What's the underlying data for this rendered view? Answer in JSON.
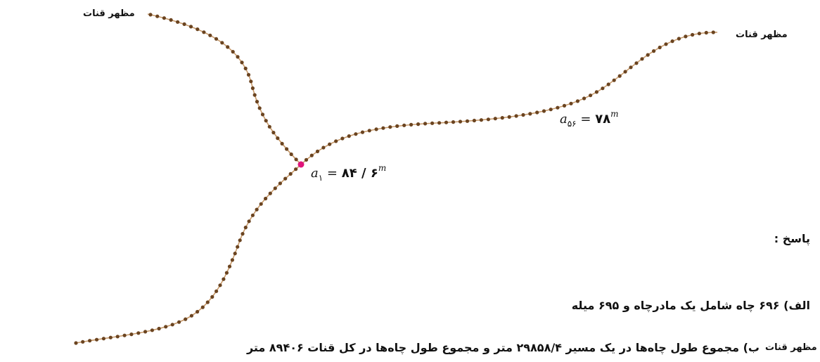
{
  "labels": {
    "top_left_outlet": "مظهر قنات",
    "top_right_outlet": "مظهر قنات",
    "bottom_left_outlet": "مظهر قنات"
  },
  "formulas": {
    "a1": {
      "var": "a",
      "sub": "۱",
      "eq": "=",
      "value": "۸۴ / ۶",
      "unit": "m"
    },
    "a56": {
      "var": "a",
      "sub": "۵۶",
      "eq": "=",
      "value": "۷۸",
      "unit": "m"
    }
  },
  "answer": {
    "heading": "پاسخ :",
    "line_a": "الف)  ۶۹۶ چاه شامل یک مادرچاه و ۶۹۵ میله",
    "line_b": "ب) مجموع طول چاه‌ها در یک مسیر  ۲۹۸۵۸/۴ متر و مجموع طول چاه‌ها در کل قنات ۸۹۴۰۶ متر"
  },
  "colors": {
    "path_line": "#c89a6a",
    "well_dot": "#6b4420",
    "mother_well": "#e0147a"
  }
}
